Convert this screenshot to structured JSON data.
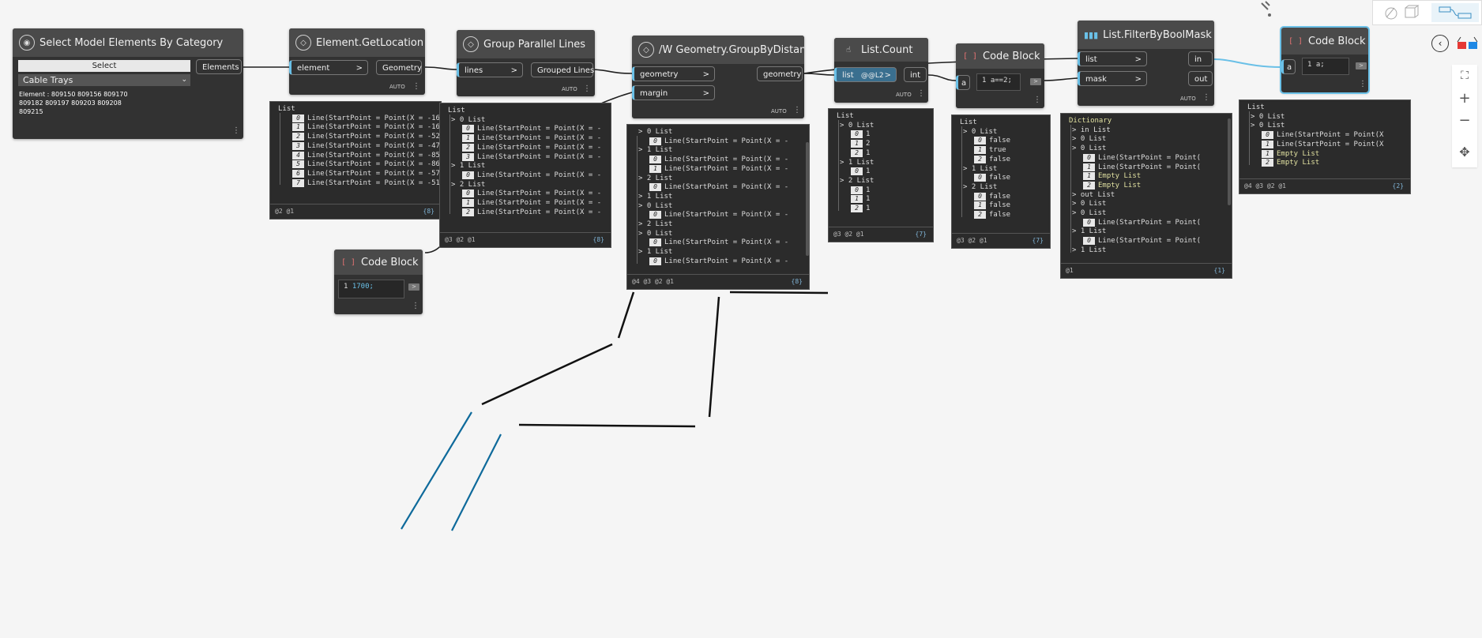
{
  "colors": {
    "wire": "#202020",
    "selected_wire": "#6ac0e7",
    "geometry": "#0e6a9b",
    "canvas": "#f5f5f5",
    "node": "#323232"
  },
  "nodes": {
    "select": {
      "title": "Select Model Elements By Category",
      "select_label": "Select",
      "category": "Cable Trays",
      "output": "Elements",
      "elements": [
        "Element : 809150 809156 809170",
        "809182 809197 809203 809208",
        "809215"
      ]
    },
    "getloc": {
      "title": "Element.GetLocation",
      "in": "element",
      "out": "Geometry",
      "lacing": "AUTO"
    },
    "group": {
      "title": "Group Parallel Lines",
      "in": "lines",
      "out": "Grouped Lines",
      "lacing": "AUTO"
    },
    "gbd": {
      "title": "/W Geometry.GroupByDistance",
      "in1": "geometry",
      "in2": "margin",
      "out": "geometry",
      "lacing": "AUTO"
    },
    "count": {
      "title": "List.Count",
      "in": "list",
      "level": "@@L2",
      "out": "int",
      "lacing": "AUTO"
    },
    "cb_eq": {
      "title": "Code Block",
      "port": "a",
      "code": "1  a==2;"
    },
    "filter": {
      "title": "List.FilterByBoolMask",
      "in1": "list",
      "in2": "mask",
      "out1": "in",
      "out2": "out",
      "lacing": "AUTO"
    },
    "cb_a": {
      "title": "Code Block",
      "port": "a",
      "code": "1  a;"
    },
    "cb_1700": {
      "title": "Code Block",
      "line": "1",
      "code": "1700;"
    }
  },
  "previews": {
    "getloc": {
      "head": "List",
      "rows": [
        {
          "i": "0",
          "t": "Line(StartPoint = Point(X = -16"
        },
        {
          "i": "1",
          "t": "Line(StartPoint = Point(X = -16"
        },
        {
          "i": "2",
          "t": "Line(StartPoint = Point(X = -52"
        },
        {
          "i": "3",
          "t": "Line(StartPoint = Point(X = -47"
        },
        {
          "i": "4",
          "t": "Line(StartPoint = Point(X = -85"
        },
        {
          "i": "5",
          "t": "Line(StartPoint = Point(X = -86"
        },
        {
          "i": "6",
          "t": "Line(StartPoint = Point(X = -57"
        },
        {
          "i": "7",
          "t": "Line(StartPoint = Point(X = -51"
        }
      ],
      "foot": "@2 @1",
      "count": "{8}"
    },
    "group": {
      "head": "List",
      "rows": [
        {
          "lvl": "> 0 List"
        },
        {
          "i": "0",
          "t": "Line(StartPoint = Point(X = -"
        },
        {
          "i": "1",
          "t": "Line(StartPoint = Point(X = -"
        },
        {
          "i": "2",
          "t": "Line(StartPoint = Point(X = -"
        },
        {
          "i": "3",
          "t": "Line(StartPoint = Point(X = -"
        },
        {
          "lvl": "> 1 List"
        },
        {
          "i": "0",
          "t": "Line(StartPoint = Point(X = -"
        },
        {
          "lvl": "> 2 List"
        },
        {
          "i": "0",
          "t": "Line(StartPoint = Point(X = -"
        },
        {
          "i": "1",
          "t": "Line(StartPoint = Point(X = -"
        },
        {
          "i": "2",
          "t": "Line(StartPoint = Point(X = -"
        }
      ],
      "foot": "@3 @2 @1",
      "count": "{8}"
    },
    "gbd": {
      "rows": [
        {
          "lvl": "> 0 List"
        },
        {
          "i": "0",
          "t": "Line(StartPoint = Point(X = -"
        },
        {
          "lvl": "> 1 List"
        },
        {
          "i": "0",
          "t": "Line(StartPoint = Point(X = -"
        },
        {
          "i": "1",
          "t": "Line(StartPoint = Point(X = -"
        },
        {
          "lvl": "> 2 List"
        },
        {
          "i": "0",
          "t": "Line(StartPoint = Point(X = -"
        },
        {
          "lvl": "> 1 List"
        },
        {
          "lvl": "> 0 List"
        },
        {
          "i": "0",
          "t": "Line(StartPoint = Point(X = -"
        },
        {
          "lvl": "> 2 List"
        },
        {
          "lvl": "> 0 List"
        },
        {
          "i": "0",
          "t": "Line(StartPoint = Point(X = -"
        },
        {
          "lvl": "> 1 List"
        },
        {
          "i": "0",
          "t": "Line(StartPoint = Point(X = -"
        }
      ],
      "foot": "@4 @3 @2 @1",
      "count": "{8}"
    },
    "count": {
      "head": "List",
      "rows": [
        {
          "lvl": "> 0 List"
        },
        {
          "i": "0",
          "t": "1"
        },
        {
          "i": "1",
          "t": "2"
        },
        {
          "i": "2",
          "t": "1"
        },
        {
          "lvl": "> 1 List"
        },
        {
          "i": "0",
          "t": "1"
        },
        {
          "lvl": "> 2 List"
        },
        {
          "i": "0",
          "t": "1"
        },
        {
          "i": "1",
          "t": "1"
        },
        {
          "i": "2",
          "t": "1"
        }
      ],
      "foot": "@3 @2 @1",
      "count": "{7}"
    },
    "cb_eq": {
      "head": "List",
      "rows": [
        {
          "lvl": "> 0 List"
        },
        {
          "i": "0",
          "t": "false"
        },
        {
          "i": "1",
          "t": "true"
        },
        {
          "i": "2",
          "t": "false"
        },
        {
          "lvl": "> 1 List"
        },
        {
          "i": "0",
          "t": "false"
        },
        {
          "lvl": "> 2 List"
        },
        {
          "i": "0",
          "t": "false"
        },
        {
          "i": "1",
          "t": "false"
        },
        {
          "i": "2",
          "t": "false"
        }
      ],
      "foot": "@3 @2 @1",
      "count": "{7}"
    },
    "filter": {
      "head": "Dictionary",
      "rows": [
        {
          "lvl": "> in List"
        },
        {
          "lvl": "> 0 List"
        },
        {
          "lvl": "> 0 List"
        },
        {
          "i": "0",
          "t": "Line(StartPoint = Point("
        },
        {
          "i": "1",
          "t": "Line(StartPoint = Point("
        },
        {
          "i": "1",
          "t": "Empty List",
          "kw": true
        },
        {
          "i": "2",
          "t": "Empty List",
          "kw": true
        },
        {
          "lvl": "> out List"
        },
        {
          "lvl": "> 0 List"
        },
        {
          "lvl": "> 0 List"
        },
        {
          "i": "0",
          "t": "Line(StartPoint = Point("
        },
        {
          "lvl": "> 1 List"
        },
        {
          "i": "0",
          "t": "Line(StartPoint = Point("
        },
        {
          "lvl": "> 1 List"
        }
      ],
      "foot": "@1",
      "count": "{1}"
    },
    "cb_a": {
      "head": "List",
      "rows": [
        {
          "lvl": "> 0 List"
        },
        {
          "lvl": "> 0 List"
        },
        {
          "i": "0",
          "t": "Line(StartPoint = Point(X"
        },
        {
          "i": "1",
          "t": "Line(StartPoint = Point(X"
        },
        {
          "i": "1",
          "t": "Empty List",
          "kw": true
        },
        {
          "i": "2",
          "t": "Empty List",
          "kw": true
        }
      ],
      "foot": "@4 @3 @2 @1",
      "count": "{2}"
    }
  },
  "toolbar": {
    "geometry_view": "geometry-view-icon",
    "graph_view": "graph-view-icon",
    "collapse": "chevron-left-icon",
    "stereo": "3d-glasses-icon",
    "fit": "zoom-fit-icon",
    "zoom_in": "+",
    "zoom_out": "−",
    "pan": "pan-icon",
    "dropper": "eyedropper-icon"
  }
}
